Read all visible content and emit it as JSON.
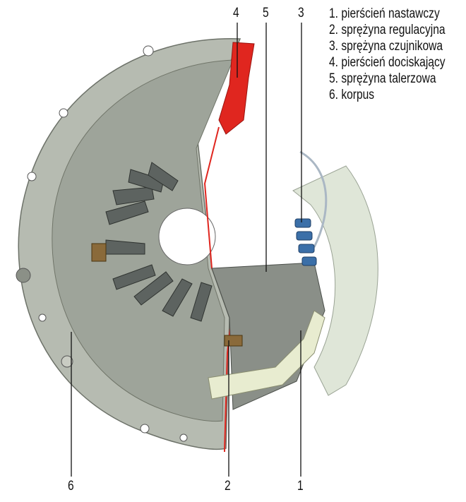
{
  "legend": [
    "1. pierścień nastawczy",
    "2. sprężyna regulacyjna",
    "3. sprężyna czujnikowa",
    "4. pierścień dociskający",
    "5. sprężyna talerzowa",
    "6. korpus"
  ],
  "callouts": {
    "top": [
      "4",
      "5",
      "3"
    ],
    "bottom": [
      "6",
      "2",
      "1"
    ]
  },
  "colors": {
    "housing": "#9ea49a",
    "cut": "#e0261f",
    "ring": "#e8ecd0",
    "spring": "#3b6fa8"
  }
}
